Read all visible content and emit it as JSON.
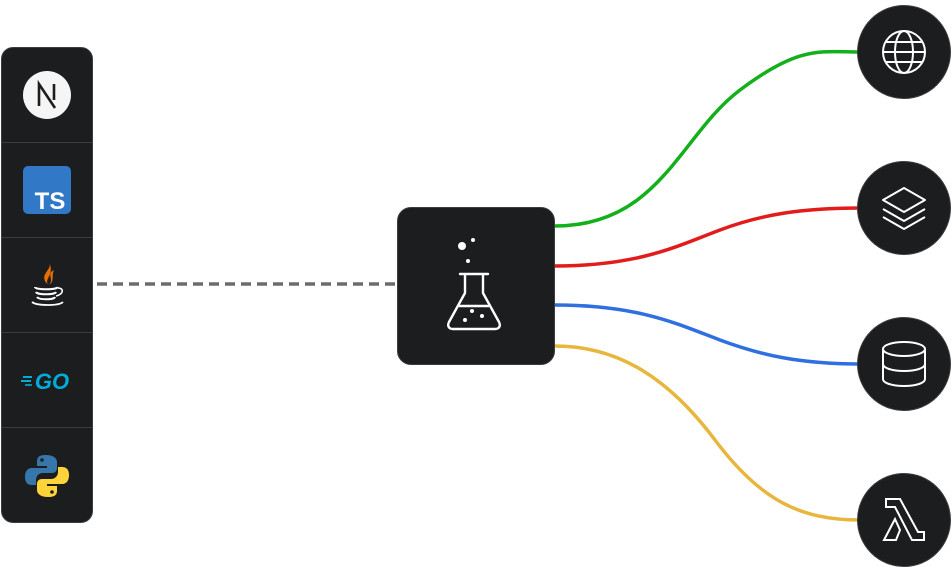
{
  "diagram": {
    "sources": [
      {
        "id": "nextjs",
        "icon": "nextjs-icon",
        "label": "N"
      },
      {
        "id": "typescript",
        "icon": "typescript-icon",
        "label": "TS",
        "color": "#3178c6"
      },
      {
        "id": "java",
        "icon": "java-icon",
        "color": "#e76f00"
      },
      {
        "id": "go",
        "icon": "go-icon",
        "label": "GO",
        "color": "#00add8"
      },
      {
        "id": "python",
        "icon": "python-icon",
        "colors": [
          "#3776ab",
          "#ffd43b"
        ]
      }
    ],
    "source_link": {
      "style": "dashed",
      "color": "#6b6b6b"
    },
    "hub": {
      "icon": "flask-icon"
    },
    "targets": [
      {
        "id": "web",
        "icon": "globe-icon",
        "edge_color": "#13b01b"
      },
      {
        "id": "layers",
        "icon": "layers-icon",
        "edge_color": "#e21b1b"
      },
      {
        "id": "database",
        "icon": "database-icon",
        "edge_color": "#2f6fe0"
      },
      {
        "id": "lambda",
        "icon": "lambda-icon",
        "edge_color": "#e8b53d"
      }
    ],
    "colors": {
      "node_bg": "#1c1d1f",
      "node_border": "#3b3c3e",
      "background": "#ffffff"
    }
  }
}
